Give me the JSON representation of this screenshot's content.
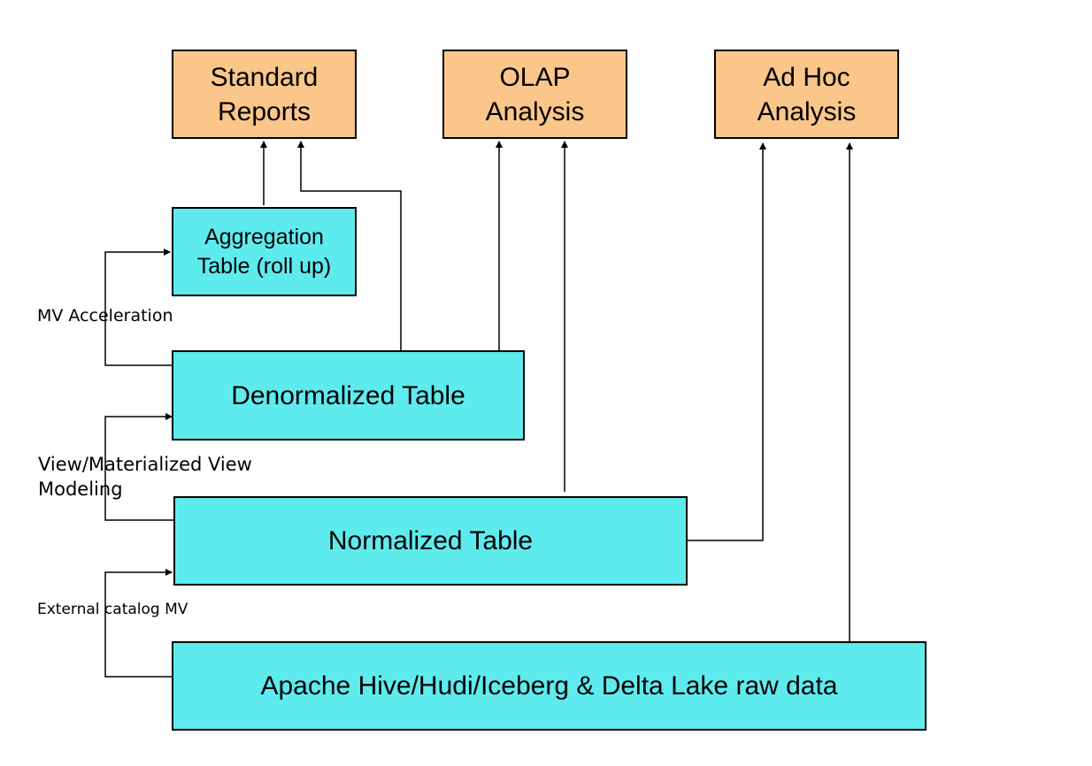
{
  "diagram": {
    "targets": {
      "standard_reports": "Standard\nReports",
      "olap_analysis": "OLAP\nAnalysis",
      "ad_hoc_analysis": "Ad Hoc\nAnalysis"
    },
    "tables": {
      "aggregation_table": "Aggregation\nTable (roll up)",
      "denormalized_table": "Denormalized Table",
      "normalized_table": "Normalized Table",
      "raw_data": "Apache Hive/Hudi/Iceberg & Delta Lake raw data"
    },
    "edge_labels": {
      "mv_acceleration": "MV Acceleration",
      "view_modeling": "View/Materialized View\nModeling",
      "external_catalog": "External catalog MV"
    },
    "colors": {
      "target_fill": "#FAC68A",
      "table_fill": "#5EEBEE",
      "line": "#000000"
    }
  }
}
